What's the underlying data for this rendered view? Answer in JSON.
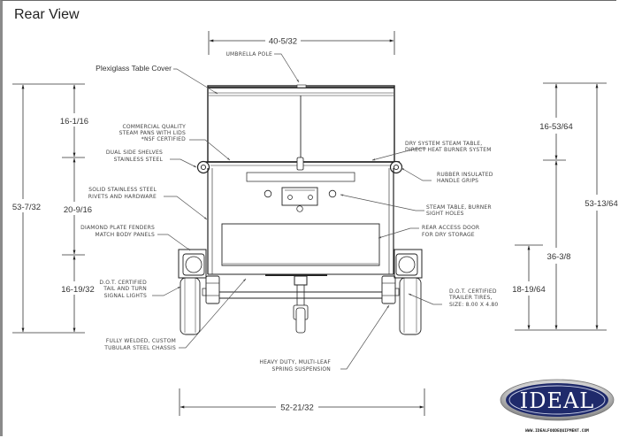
{
  "title": "Rear View",
  "labels": {
    "plexiglass": "Plexiglass Table Cover",
    "umbrella": "UMBRELLA POLE",
    "steam_pans": [
      "COMMERCIAL QUALITY",
      "STEAM PANS WITH LIDS",
      "*NSF CERTIFIED"
    ],
    "side_shelves": [
      "DUAL SIDE SHELVES",
      "STAINLESS STEEL"
    ],
    "rivets": [
      "SOLID STAINLESS STEEL",
      "RIVETS AND HARDWARE"
    ],
    "fenders": [
      "DIAMOND PLATE FENDERS",
      "MATCH BODY PANELS"
    ],
    "tail_lights": [
      "D.O.T. CERTIFIED",
      "TAIL AND TURN",
      "SIGNAL LIGHTS"
    ],
    "chassis": [
      "FULLY WELDED, CUSTOM",
      "TUBULAR STEEL CHASSIS"
    ],
    "dry_system": [
      "DRY SYSTEM STEAM TABLE,",
      "DIRECT HEAT BURNER SYSTEM"
    ],
    "handle_grips": [
      "RUBBER INSULATED",
      "HANDLE GRIPS"
    ],
    "sight_holes": [
      "STEAM TABLE, BURNER",
      "SIGHT HOLES"
    ],
    "access_door": [
      "REAR ACCESS DOOR",
      "FOR DRY STORAGE"
    ],
    "tires": [
      "D.O.T. CERTIFIED",
      "TRAILER TIRES,",
      "SIZE: 8.00 X 4.80"
    ],
    "suspension": [
      "HEAVY DUTY, MULTI-LEAF",
      "SPRING SUSPENSION"
    ]
  },
  "dimensions": {
    "top_width": "40-5/32",
    "bottom_width": "52-21/32",
    "left_total": "53-7/32",
    "left_upper": "16-1/16",
    "left_middle": "20-9/16",
    "left_lower": "16-19/32",
    "right_total": "53-13/64",
    "right_upper": "16-53/64",
    "right_middle": "36-3/8",
    "right_lower": "18-19/64"
  },
  "logo": {
    "brand": "IDEAL",
    "url": "WWW.IDEALFOODEQUIPMENT.COM",
    "color": "#1f2a6b"
  }
}
